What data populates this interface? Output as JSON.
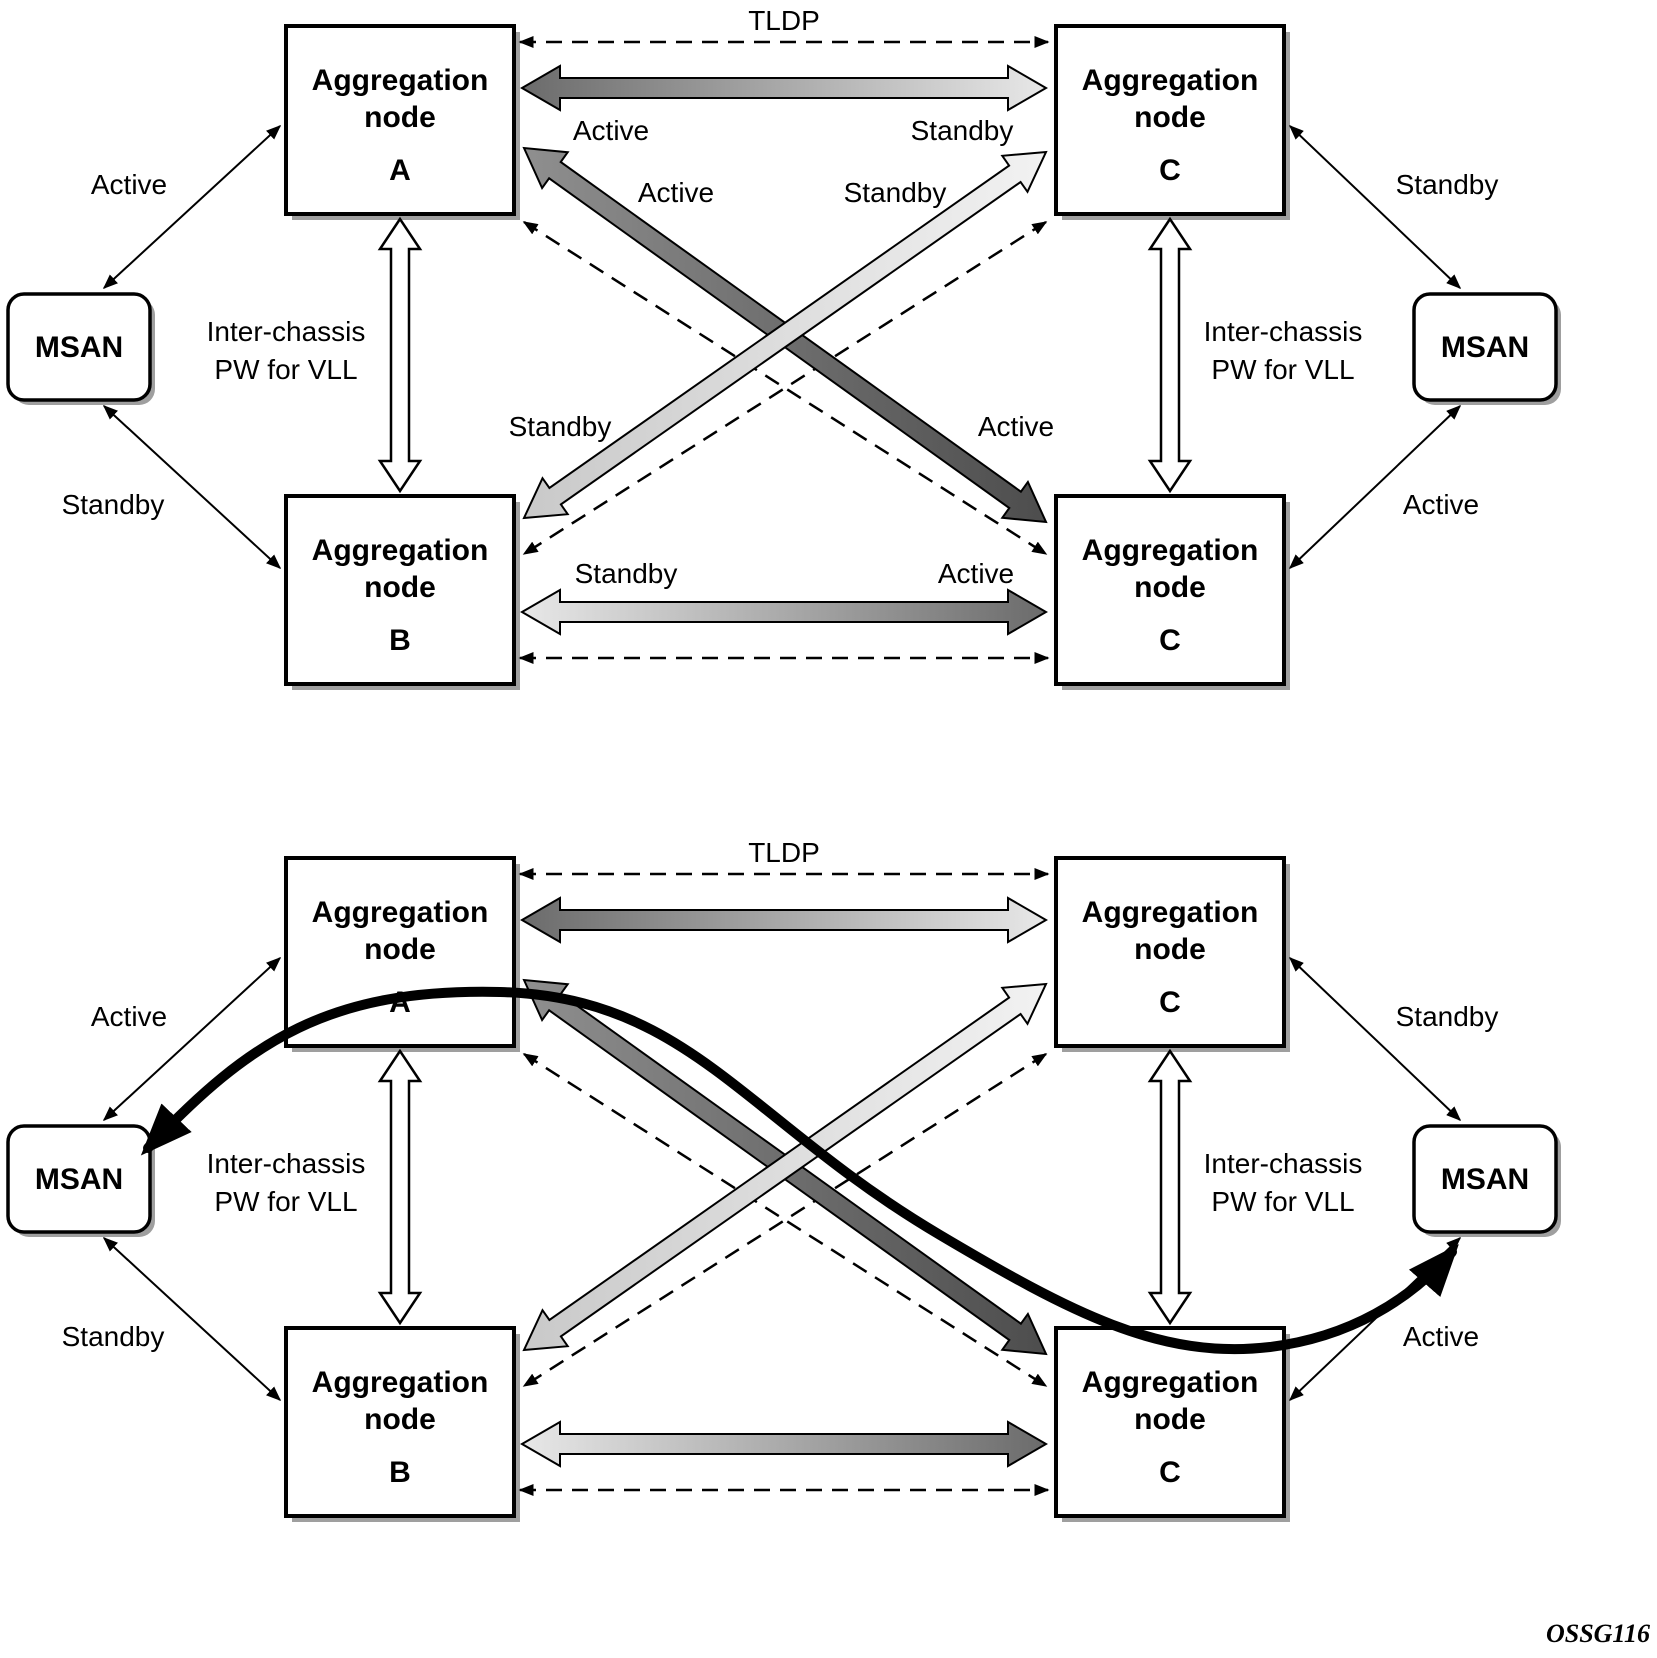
{
  "meta": {
    "footer": "OSSG116"
  },
  "nodes": {
    "title_line1": "Aggregation",
    "title_line2": "node",
    "id_top_left": "A",
    "id_top_right": "C",
    "id_bottom_left": "B",
    "id_bottom_right": "C",
    "msan": "MSAN"
  },
  "shared": {
    "tldp": "TLDP",
    "interchassis_line1": "Inter-chassis",
    "interchassis_line2": "PW for VLL"
  },
  "top_diagram": {
    "msan_left_upper": "Active",
    "msan_left_lower": "Standby",
    "msan_right_upper": "Standby",
    "msan_right_lower": "Active",
    "pw_top_left": "Active",
    "pw_top_right": "Standby",
    "pw_diag_upper_left": "Active",
    "pw_diag_upper_right": "Standby",
    "pw_diag_lower_left": "Standby",
    "pw_diag_lower_right": "Active",
    "pw_bottom_left": "Standby",
    "pw_bottom_right": "Active"
  },
  "bottom_diagram": {
    "msan_left_upper": "Active",
    "msan_left_lower": "Standby",
    "msan_right_upper": "Standby",
    "msan_right_lower": "Active"
  }
}
